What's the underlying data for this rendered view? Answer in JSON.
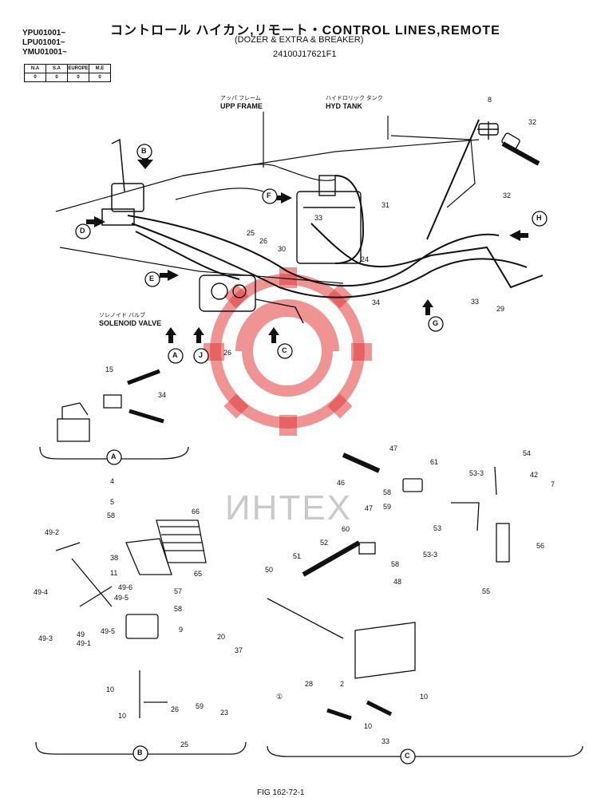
{
  "header": {
    "serials": [
      "YPU01001~",
      "LPU01001~",
      "YMU01001~"
    ],
    "title": "コントロール ハイカン,リモート・CONTROL LINES,REMOTE",
    "subtitle": "(DOZER & EXTRA & BREAKER)",
    "part_number": "24100J17621F1"
  },
  "regions": {
    "headers": [
      "N.A",
      "S.A",
      "EUROPE",
      "M.E"
    ],
    "values": [
      "0",
      "0",
      "0",
      "0"
    ]
  },
  "labels": {
    "upp_frame_jp": "アッパ フレーム",
    "upp_frame": "UPP FRAME",
    "hyd_tank_jp": "ハイドロリック タンク",
    "hyd_tank": "HYD TANK",
    "solenoid_jp": "ソレノイド バルブ",
    "solenoid": "SOLENOID VALVE",
    "callout_B": "B",
    "callout_D": "D",
    "callout_E": "E",
    "callout_F": "F",
    "callout_G": "G",
    "callout_H": "H",
    "callout_A": "A",
    "callout_J": "J",
    "callout_C": "C",
    "section_A": "A",
    "section_B": "B",
    "section_C": "C"
  },
  "numbers": {
    "n8": "8",
    "n32a": "32",
    "n32b": "32",
    "n31": "31",
    "n33a": "33",
    "n25a": "25",
    "n26a": "26",
    "n30": "30",
    "n24": "24",
    "n34a": "34",
    "n33b": "33",
    "n29": "29",
    "n26b": "26",
    "n15": "15",
    "n34b": "34",
    "n4": "4",
    "n5": "5",
    "n58a": "58",
    "n66": "66",
    "n65": "65",
    "n38": "38",
    "n11": "11",
    "n49_2": "49-2",
    "n49_4": "49-4",
    "n49_6": "49-6",
    "n49_5a": "49-5",
    "n49_3": "49-3",
    "n49": "49",
    "n49_1": "49-1",
    "n49_5b": "49-5",
    "n57": "57",
    "n58b": "58",
    "n9": "9",
    "n20": "20",
    "n37": "37",
    "n10a": "10",
    "n26c": "26",
    "n59": "59",
    "n23": "23",
    "n10b": "10",
    "n25b": "25",
    "n47a": "47",
    "n61": "61",
    "n46": "46",
    "n54": "54",
    "n53_3a": "53-3",
    "n42": "42",
    "n7": "7",
    "n58c": "58",
    "n59b": "59",
    "n47b": "47",
    "n53": "53",
    "n60": "60",
    "n52": "52",
    "n51": "51",
    "n50": "50",
    "n58d": "58",
    "n48": "48",
    "n56": "56",
    "n53_3b": "53-3",
    "n55": "55",
    "n28": "28",
    "n10c": "10",
    "n10d": "10",
    "n33c": "33",
    "n2": "2",
    "n1": "①"
  },
  "footer": {
    "figure": "FIG 162-72-1"
  },
  "watermark": {
    "text": "ИНТЕХ"
  },
  "colors": {
    "watermark_red": "#e23b3b",
    "line": "#111111"
  }
}
